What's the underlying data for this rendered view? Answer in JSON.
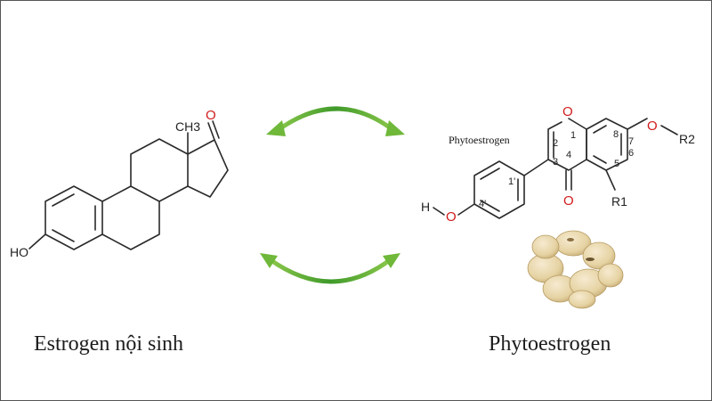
{
  "left": {
    "caption": "Estrogen nội sinh",
    "ho": "HO",
    "ch3": "CH3",
    "ketone_o": "O"
  },
  "right": {
    "caption": "Phytoestrogen",
    "label": "Phytoestrogen",
    "ring_o": "O",
    "ether_o": "O",
    "r2": "R2",
    "carbonyl_o": "O",
    "r1": "R1",
    "h": "H",
    "hydroxyl_o": "O",
    "positions": [
      "1",
      "2",
      "3",
      "4",
      "5",
      "6",
      "7",
      "8",
      "1'",
      "4'"
    ]
  },
  "colors": {
    "arrow_green": "#4fa82e",
    "oxygen_red": "#d11a1a",
    "bond": "#2a2a2a",
    "bean": "#e6d3a3"
  }
}
